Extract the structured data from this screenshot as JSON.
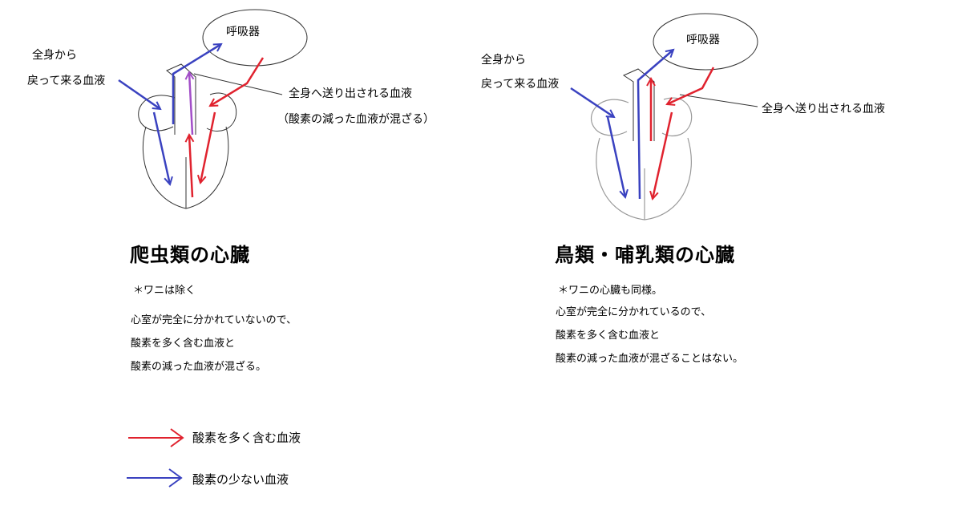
{
  "reptile": {
    "organ_label": "呼吸器",
    "inflow_line1": "全身から",
    "inflow_line2": "戻って来る血液",
    "outflow_label": "全身へ送り出される血液",
    "outflow_note": "（酸素の減った血液が混ざる）",
    "title": "爬虫類の心臓",
    "note": "＊ワニは除く",
    "desc": [
      "心室が完全に分かれていないので、",
      "酸素を多く含む血液と",
      "酸素の減った血液が混ざる。"
    ]
  },
  "bird": {
    "organ_label": "呼吸器",
    "inflow_line1": "全身から",
    "inflow_line2": "戻って来る血液",
    "outflow_label": "全身へ送り出される血液",
    "title": "鳥類・哺乳類の心臓",
    "note": "＊ワニの心臓も同様。",
    "desc": [
      "心室が完全に分かれているので、",
      "酸素を多く含む血液と",
      "酸素の減った血液が混ざることはない。"
    ]
  },
  "legend": {
    "oxygen_rich": "酸素を多く含む血液",
    "oxygen_poor": "酸素の少ない血液"
  },
  "colors": {
    "oxygen_rich": "#e0222e",
    "oxygen_poor": "#3a42c0",
    "mixed": "#a24ec8",
    "outline": "#333333",
    "bird_outline": "#999999"
  }
}
